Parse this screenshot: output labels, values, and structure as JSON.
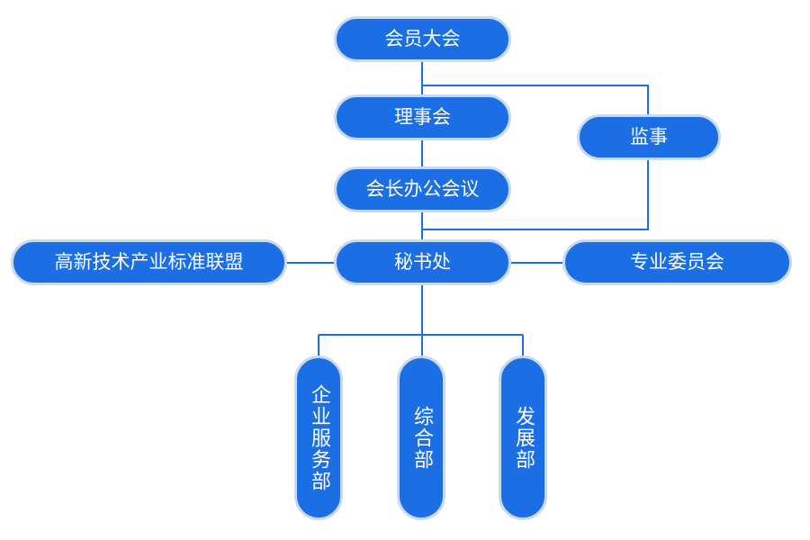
{
  "colors": {
    "node_fill": "#1b6ee3",
    "node_border": "#c9d9ee",
    "line": "#1b6ee3",
    "text": "#ffffff"
  },
  "nodes": {
    "general_assembly": "会员大会",
    "council": "理事会",
    "supervisor": "监事",
    "president_office_meeting": "会长办公会议",
    "secretariat": "秘书处",
    "alliance": "高新技术产业标准联盟",
    "committee": "专业委员会",
    "enterprise_service": "企业服务部",
    "general_dept": "综合部",
    "development_dept": "发展部"
  }
}
